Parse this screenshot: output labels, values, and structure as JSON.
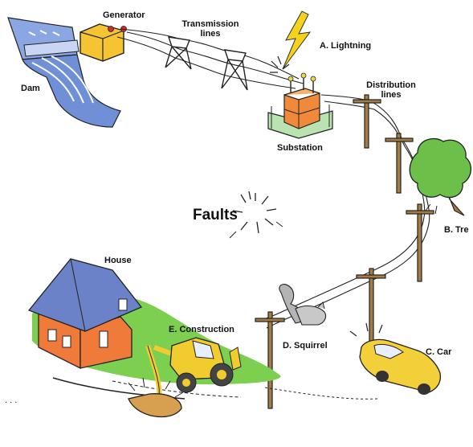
{
  "labels": {
    "generator": "Generator",
    "transmission_line1": "Transmission",
    "transmission_line2": "lines",
    "lightning": "A. Lightning",
    "dam": "Dam",
    "distribution_line1": "Distribution",
    "distribution_line2": "lines",
    "substation": "Substation",
    "faults": "Faults",
    "tree": "B. Tre",
    "house": "House",
    "construction": "E. Construction",
    "squirrel": "D. Squirrel",
    "car": "C. Car",
    "ellipsis": ". . ."
  },
  "colors": {
    "water": "#6f8fd6",
    "generator": "#f4c432",
    "substation": "#f08a3a",
    "tree": "#6cc04a",
    "grass": "#7ccf4f",
    "house_wall": "#f07a3a",
    "roof": "#6b82c9",
    "tractor": "#f1cc2e",
    "car": "#f3d03a",
    "lightning": "#f5d21c",
    "pole": "#7a5a2e"
  },
  "icons": [
    "dam-icon",
    "generator-icon",
    "transmission-tower-icon",
    "lightning-icon",
    "substation-icon",
    "utility-pole-icon",
    "tree-icon",
    "house-icon",
    "tractor-icon",
    "squirrel-icon",
    "car-icon",
    "burst-icon"
  ]
}
